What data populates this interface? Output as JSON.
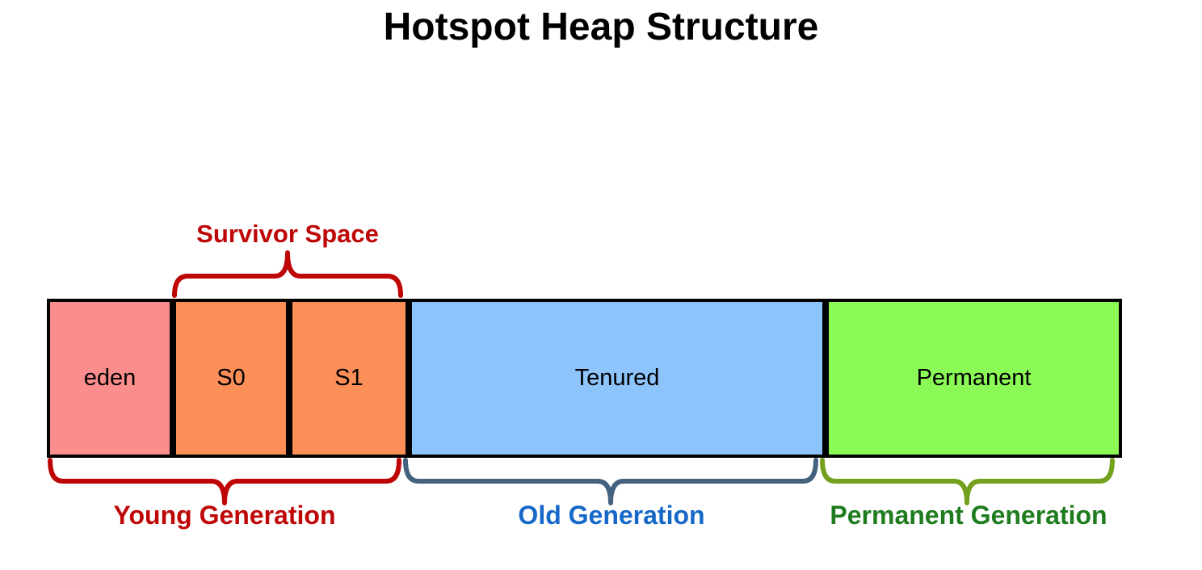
{
  "title": "Hotspot Heap Structure",
  "heap": {
    "regions": [
      {
        "name": "eden",
        "label": "eden",
        "fill": "#FC8D8D"
      },
      {
        "name": "s0",
        "label": "S0",
        "fill": "#FC8E58"
      },
      {
        "name": "s1",
        "label": "S1",
        "fill": "#FC8E58"
      },
      {
        "name": "tenured",
        "label": "Tenured",
        "fill": "#8DC4FB"
      },
      {
        "name": "permanent",
        "label": "Permanent",
        "fill": "#8BFA56"
      }
    ],
    "border_color": "#000000"
  },
  "annotations": {
    "survivor": {
      "label": "Survivor Space",
      "text_color": "#BE0606",
      "brace_color": "#BE0606"
    },
    "young": {
      "label": "Young Generation",
      "text_color": "#BE0606",
      "brace_color": "#BE0606"
    },
    "old": {
      "label": "Old Generation",
      "text_color": "#1568C8",
      "brace_color": "#44627E"
    },
    "permanent": {
      "label": "Permanent Generation",
      "text_color": "#1E7C1E",
      "brace_color": "#73A11E"
    }
  }
}
